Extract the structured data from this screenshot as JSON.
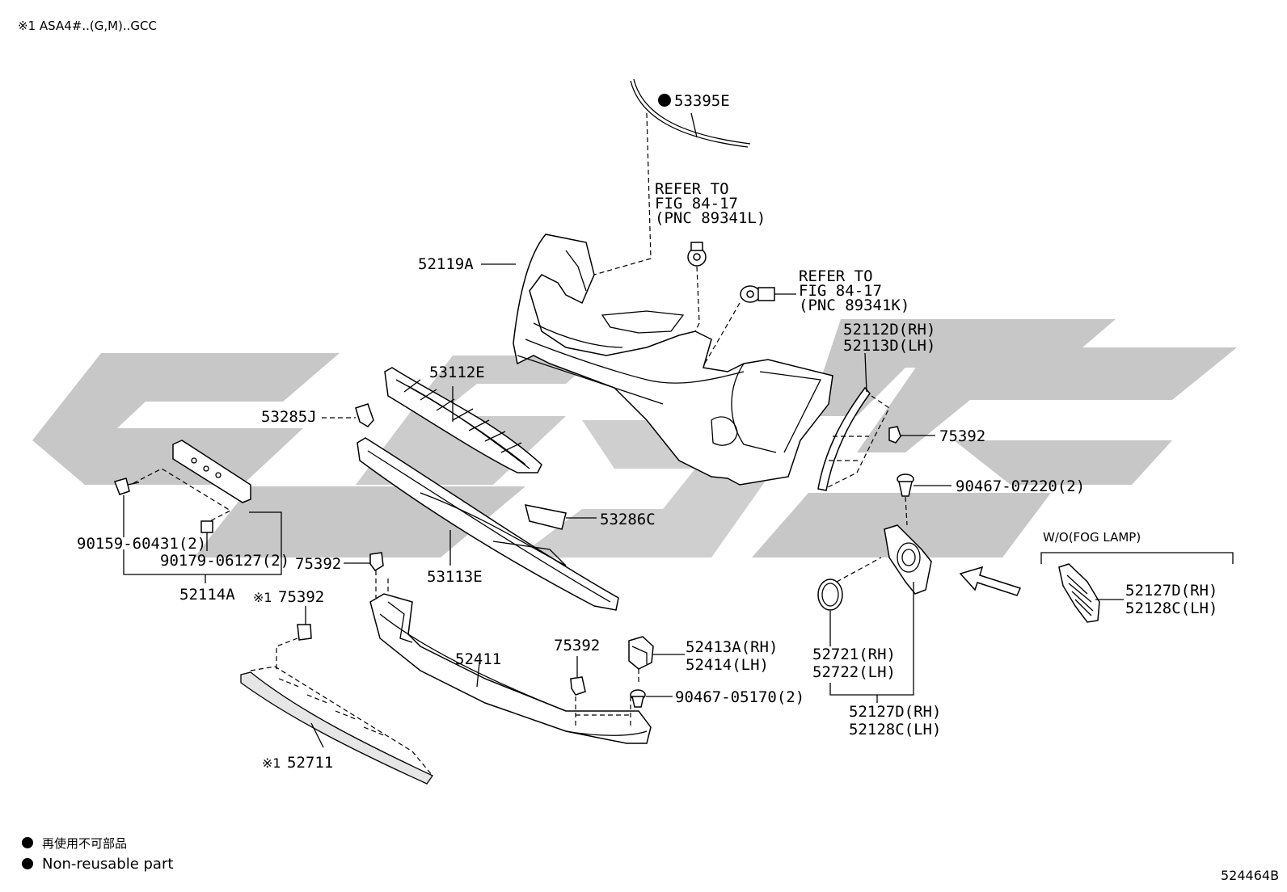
{
  "header": {
    "variant_note": "※1 ASA4#..(G,M)..GCC"
  },
  "footer": {
    "legend_ja": "再使用不可部品",
    "legend_en": "Non-reusable part",
    "figure_id": "524464B"
  },
  "icons": {
    "non_reusable": "filled-circle-icon"
  },
  "colors": {
    "watermark": "#c7c7c7",
    "lines": "#000000"
  },
  "labels": {
    "p53395E": "53395E",
    "refer1_line1": "REFER TO",
    "refer1_line2": "FIG 84-17",
    "refer1_line3": "(PNC 89341L)",
    "refer2_line1": "REFER TO",
    "refer2_line2": "FIG 84-17",
    "refer2_line3": "(PNC 89341K)",
    "p52119A": "52119A",
    "p53112E": "53112E",
    "p52112D": "52112D(RH)",
    "p52113D": "52113D(LH)",
    "p53285J": "53285J",
    "p75392_right": "75392",
    "p90467_07220": "90467-07220(2)",
    "p53286C": "53286C",
    "p90159": "90159-60431(2)",
    "p90179": "90179-06127(2)",
    "p52114A": "52114A",
    "p75392_left": "75392",
    "p53113E": "53113E",
    "p75392_v1_prefix": "※1",
    "p75392_v1": "75392",
    "p52411": "52411",
    "p75392_mid": "75392",
    "p52413A": "52413A(RH)",
    "p52414": "52414(LH)",
    "p90467_05170": "90467-05170(2)",
    "p52711_prefix": "※1",
    "p52711": "52711",
    "wo_fog": "W/O(FOG LAMP)",
    "p52127D_a": "52127D(RH)",
    "p52128C_a": "52128C(LH)",
    "p52721": "52721(RH)",
    "p52722": "52722(LH)",
    "p52127D_b": "52127D(RH)",
    "p52128C_b": "52128C(LH)"
  }
}
